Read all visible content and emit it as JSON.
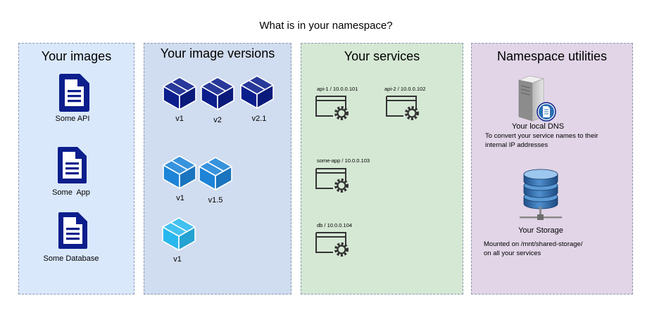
{
  "title": "What is in your namespace?",
  "panels": {
    "images": {
      "heading": "Your images",
      "color": "#dae8fc",
      "items": [
        "Some API",
        "Some  App",
        "Some Database"
      ]
    },
    "versions": {
      "heading": "Your image versions",
      "color": "#d0dcef",
      "row1": [
        "v1",
        "v2",
        "v2.1"
      ],
      "row2": [
        "v1",
        "v1.5"
      ],
      "row3": [
        "v1"
      ],
      "cube_colors": [
        "#0b1e8c",
        "#1d84d8",
        "#29b8ee"
      ]
    },
    "services": {
      "heading": "Your services",
      "color": "#d5e8d4",
      "items": [
        "api-1 / 10.0.0.101",
        "api-2 / 10.0.0.102",
        "some-app / 10.0.0.103",
        "db / 10.0.0.104"
      ]
    },
    "utilities": {
      "heading": "Namespace utilities",
      "color": "#e1d5e7",
      "dns_title": "Your local DNS",
      "dns_desc_1": "To convert your service names to their",
      "dns_desc_2": "internal IP addresses",
      "storage_title": "Your Storage",
      "storage_desc_1": "Mounted on /mnt/shared-storage/",
      "storage_desc_2": "on all your services"
    }
  }
}
